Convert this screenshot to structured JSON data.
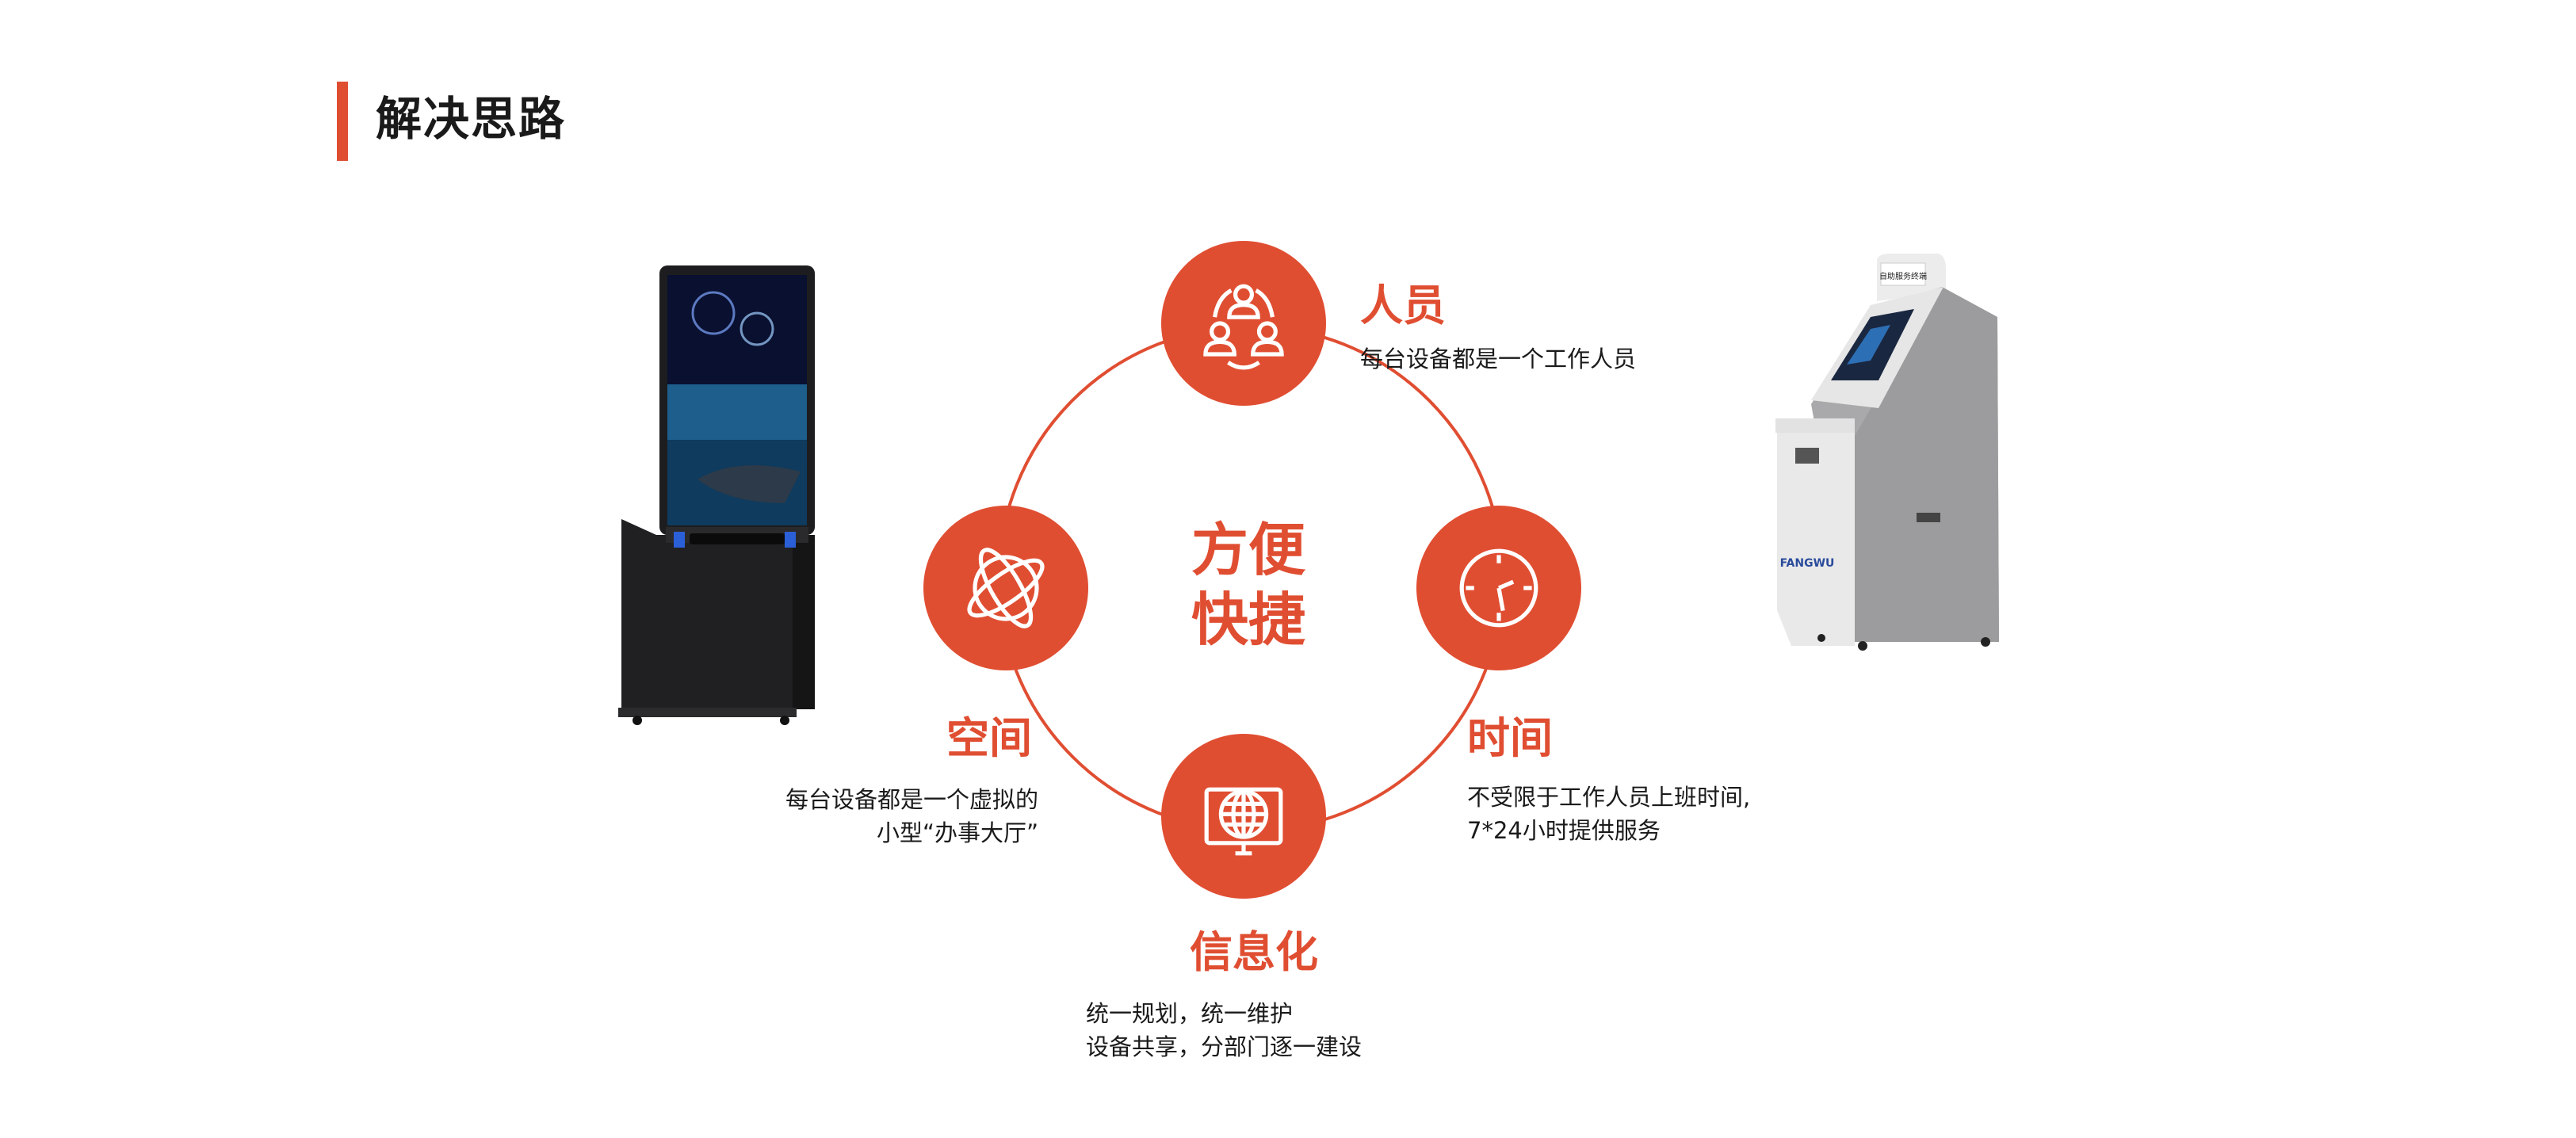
{
  "header": {
    "title": "解决思路"
  },
  "colors": {
    "accent": "#e04e32",
    "text": "#1a1a1a"
  },
  "center": {
    "line1": "方便",
    "line2": "快捷"
  },
  "nodes": {
    "personnel": {
      "icon": "people-group-icon",
      "title": "人员",
      "desc": "每台设备都是一个工作人员"
    },
    "space": {
      "icon": "planet-icon",
      "title": "空间",
      "desc_line1": "每台设备都是一个虚拟的",
      "desc_line2": "小型“办事大厅”"
    },
    "time": {
      "icon": "clock-icon",
      "title": "时间",
      "desc_line1": "不受限于工作人员上班时间,",
      "desc_line2": "7*24小时提供服务"
    },
    "informatization": {
      "icon": "globe-monitor-icon",
      "title": "信息化",
      "desc_line1": "统一规划，统一维护",
      "desc_line2": "设备共享，分部门逐一建设"
    }
  },
  "products": {
    "right_kiosk_sign": "自助服务终端",
    "right_kiosk_brand": "FANGWU"
  }
}
